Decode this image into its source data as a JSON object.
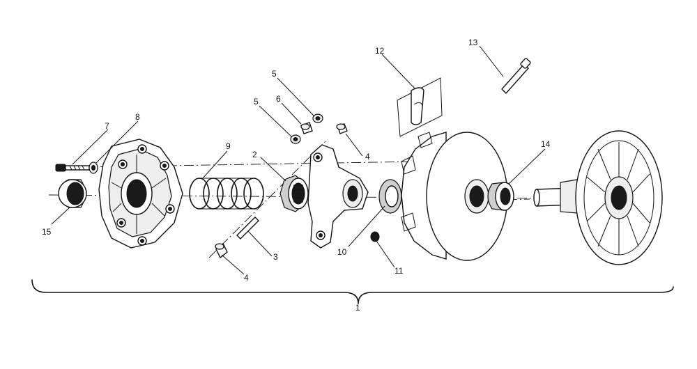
{
  "callouts": {
    "c1": "1",
    "c2": "2",
    "c3": "3",
    "c4a": "4",
    "c4b": "4",
    "c5a": "5",
    "c5b": "5",
    "c6": "6",
    "c7": "7",
    "c8": "8",
    "c9": "9",
    "c10": "10",
    "c11": "11",
    "c12": "12",
    "c13": "13",
    "c14": "14",
    "c15": "15"
  }
}
